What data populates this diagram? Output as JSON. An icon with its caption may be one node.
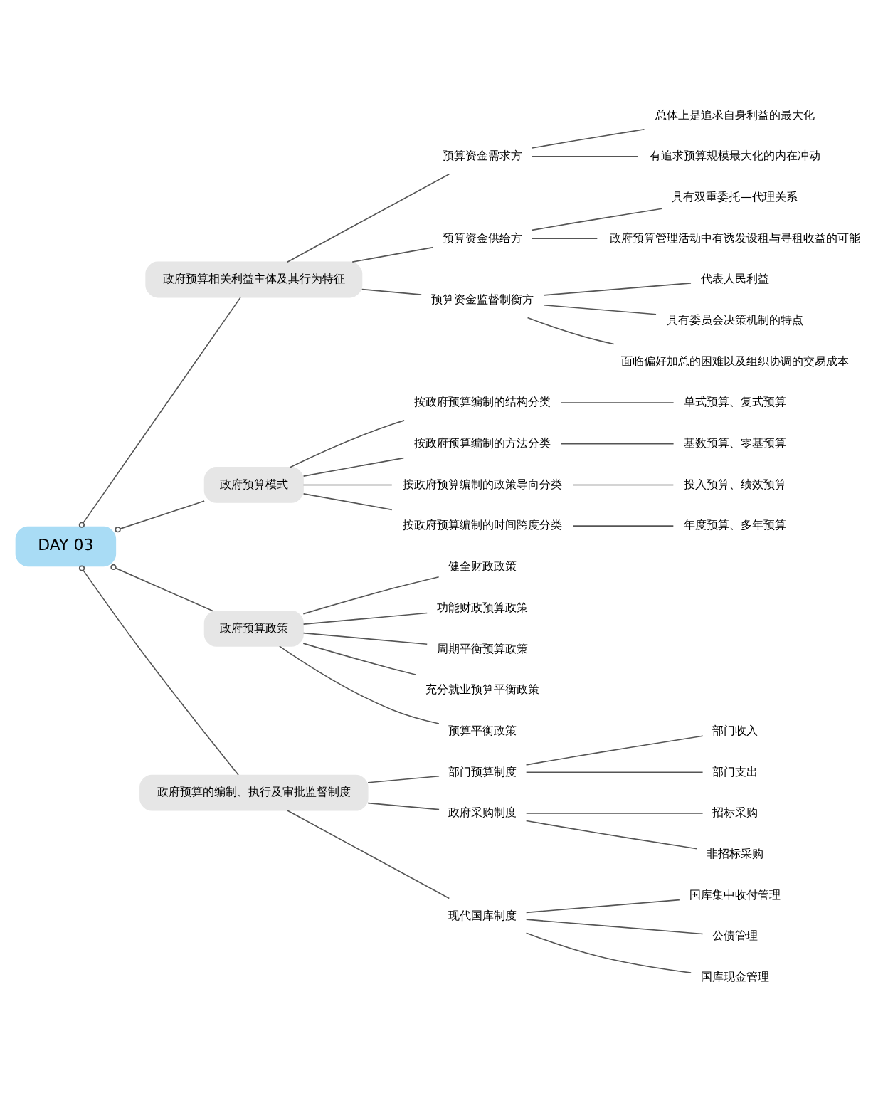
{
  "diagram": {
    "nodes": [
      {
        "text": [
          "DAY 03"
        ]
      },
      {
        "text": [
          "政府预算相关利益主体及其行为特征"
        ]
      },
      {
        "text": [
          "预算资金需求方"
        ]
      },
      {
        "text": [
          "总体上是追求自身利益的最大化"
        ]
      },
      {
        "text": [
          "有追求预算规模最大化的内在冲动"
        ]
      },
      {
        "text": [
          "预算资金供给方"
        ]
      },
      {
        "text": [
          "具有双重委托—代理关系"
        ]
      },
      {
        "text": [
          "政府预算管理活动中有诱发设租与寻租收益的可能"
        ]
      },
      {
        "text": [
          "预算资金监督制衡方"
        ]
      },
      {
        "text": [
          "代表人民利益"
        ]
      },
      {
        "text": [
          "具有委员会决策机制的特点"
        ]
      },
      {
        "text": [
          "面临偏好加总的困难以及组织协调的交易成本"
        ]
      },
      {
        "text": [
          "政府预算模式"
        ]
      },
      {
        "text": [
          "按政府预算编制的结构分类"
        ]
      },
      {
        "text": [
          "单式预算、复式预算"
        ]
      },
      {
        "text": [
          "按政府预算编制的方法分类"
        ]
      },
      {
        "text": [
          "基数预算、零基预算"
        ]
      },
      {
        "text": [
          "按政府预算编制的政策导向分类"
        ]
      },
      {
        "text": [
          "投入预算、绩效预算"
        ]
      },
      {
        "text": [
          "按政府预算编制的时间跨度分类"
        ]
      },
      {
        "text": [
          "年度预算、多年预算"
        ]
      },
      {
        "text": [
          "政府预算政策"
        ]
      },
      {
        "text": [
          "健全财政政策"
        ]
      },
      {
        "text": [
          "功能财政预算政策"
        ]
      },
      {
        "text": [
          "周期平衡预算政策"
        ]
      },
      {
        "text": [
          "充分就业预算平衡政策"
        ]
      },
      {
        "text": [
          "预算平衡政策"
        ]
      },
      {
        "text": [
          "政府预算的编制、执行及审批监督制度"
        ]
      },
      {
        "text": [
          "部门预算制度"
        ]
      },
      {
        "text": [
          "部门收入"
        ]
      },
      {
        "text": [
          "部门支出"
        ]
      },
      {
        "text": [
          "政府采购制度"
        ]
      },
      {
        "text": [
          "招标采购"
        ]
      },
      {
        "text": [
          "非招标采购"
        ]
      },
      {
        "text": [
          "现代国库制度"
        ]
      },
      {
        "text": [
          "国库集中收付管理"
        ]
      },
      {
        "text": [
          "公债管理"
        ]
      },
      {
        "text": [
          "国库现金管理"
        ]
      }
    ],
    "edges": [
      {
        "from": 0,
        "to": 1,
        "arrow": "other"
      },
      {
        "from": 1,
        "to": 2,
        "arrow": "none"
      },
      {
        "from": 2,
        "to": 3,
        "arrow": "none"
      },
      {
        "from": 2,
        "to": 4,
        "arrow": "none"
      },
      {
        "from": 1,
        "to": 5,
        "arrow": "none"
      },
      {
        "from": 5,
        "to": 6,
        "arrow": "none"
      },
      {
        "from": 5,
        "to": 7,
        "arrow": "none"
      },
      {
        "from": 1,
        "to": 8,
        "arrow": "none"
      },
      {
        "from": 8,
        "to": 9,
        "arrow": "none"
      },
      {
        "from": 8,
        "to": 10,
        "arrow": "none"
      },
      {
        "from": 8,
        "to": 11,
        "arrow": "none"
      },
      {
        "from": 0,
        "to": 12,
        "arrow": "other"
      },
      {
        "from": 12,
        "to": 13,
        "arrow": "none"
      },
      {
        "from": 13,
        "to": 14,
        "arrow": "none"
      },
      {
        "from": 12,
        "to": 15,
        "arrow": "none"
      },
      {
        "from": 15,
        "to": 16,
        "arrow": "none"
      },
      {
        "from": 12,
        "to": 17,
        "arrow": "none"
      },
      {
        "from": 17,
        "to": 18,
        "arrow": "none"
      },
      {
        "from": 12,
        "to": 19,
        "arrow": "none"
      },
      {
        "from": 19,
        "to": 20,
        "arrow": "none"
      },
      {
        "from": 0,
        "to": 21,
        "arrow": "other"
      },
      {
        "from": 21,
        "to": 22,
        "arrow": "none"
      },
      {
        "from": 21,
        "to": 23,
        "arrow": "none"
      },
      {
        "from": 21,
        "to": 24,
        "arrow": "none"
      },
      {
        "from": 21,
        "to": 25,
        "arrow": "none"
      },
      {
        "from": 21,
        "to": 26,
        "arrow": "none"
      },
      {
        "from": 0,
        "to": 27,
        "arrow": "other"
      },
      {
        "from": 27,
        "to": 28,
        "arrow": "none"
      },
      {
        "from": 28,
        "to": 29,
        "arrow": "none"
      },
      {
        "from": 28,
        "to": 30,
        "arrow": "none"
      },
      {
        "from": 27,
        "to": 31,
        "arrow": "none"
      },
      {
        "from": 31,
        "to": 32,
        "arrow": "none"
      },
      {
        "from": 31,
        "to": 33,
        "arrow": "none"
      },
      {
        "from": 27,
        "to": 34,
        "arrow": "none"
      },
      {
        "from": 34,
        "to": 35,
        "arrow": "none"
      },
      {
        "from": 34,
        "to": 36,
        "arrow": "none"
      },
      {
        "from": 34,
        "to": 37,
        "arrow": "none"
      }
    ]
  }
}
